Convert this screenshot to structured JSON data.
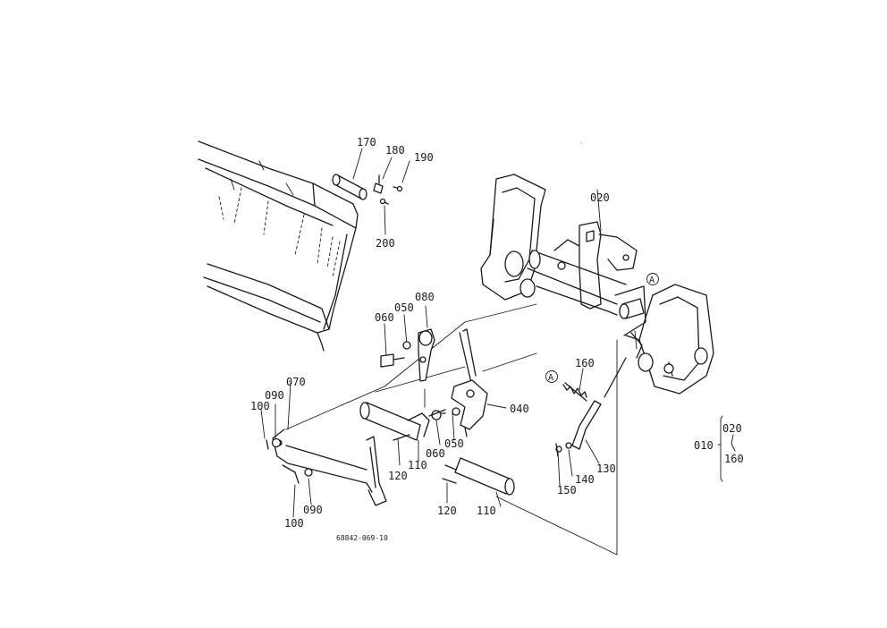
{
  "labels": {
    "l170": "170",
    "l180": "180",
    "l190": "190",
    "l200": "200",
    "l020": "020",
    "l080": "080",
    "l060a": "060",
    "l050a": "050",
    "l070": "070",
    "l090a": "090",
    "l100a": "100",
    "l160": "160",
    "l040": "040",
    "l060b": "060",
    "l050b": "050",
    "l110a": "110",
    "l120a": "120",
    "l120b": "120",
    "l110b": "110",
    "l130": "130",
    "l140": "140",
    "l150": "150",
    "l100b": "100",
    "l090b": "090",
    "markA1": "A",
    "markA2": "A",
    "legend_top": "020",
    "legend_mid": "010",
    "legend_bot": "160",
    "drawing_no": "68842-069-10"
  }
}
